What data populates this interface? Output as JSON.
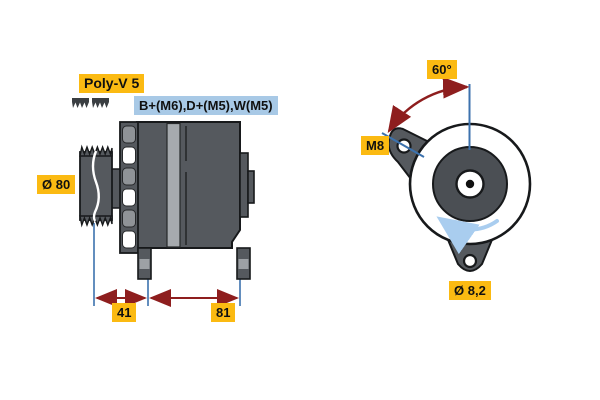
{
  "labels": {
    "belt_type": "Poly-V 5",
    "terminals": "B+(M6),D+(M5),W(M5)",
    "pulley_diameter": "Ø 80",
    "dim_pulley_to_foot": "41",
    "dim_foot_to_foot": "81",
    "mounting_angle": "60°",
    "thread_size": "M8",
    "mount_hole_diameter": "Ø 8,2"
  },
  "icons": {
    "belt_profile": "belt-profile-icon",
    "rotation_direction": "rotation-arrow-icon"
  },
  "colors": {
    "highlight_yellow": "#fbba12",
    "highlight_blue": "#a8c9e6",
    "body_gray": "#55595e",
    "body_light_band": "#a6aaae",
    "rib_gray": "#8f9397",
    "inner_circle_gray": "#4b4f54",
    "dimension_red": "#8e1e1e",
    "reference_line_blue": "#3c72ae",
    "rotation_arrow_blue": "#a9cdef",
    "outline": "#17191b",
    "background": "#ffffff"
  }
}
